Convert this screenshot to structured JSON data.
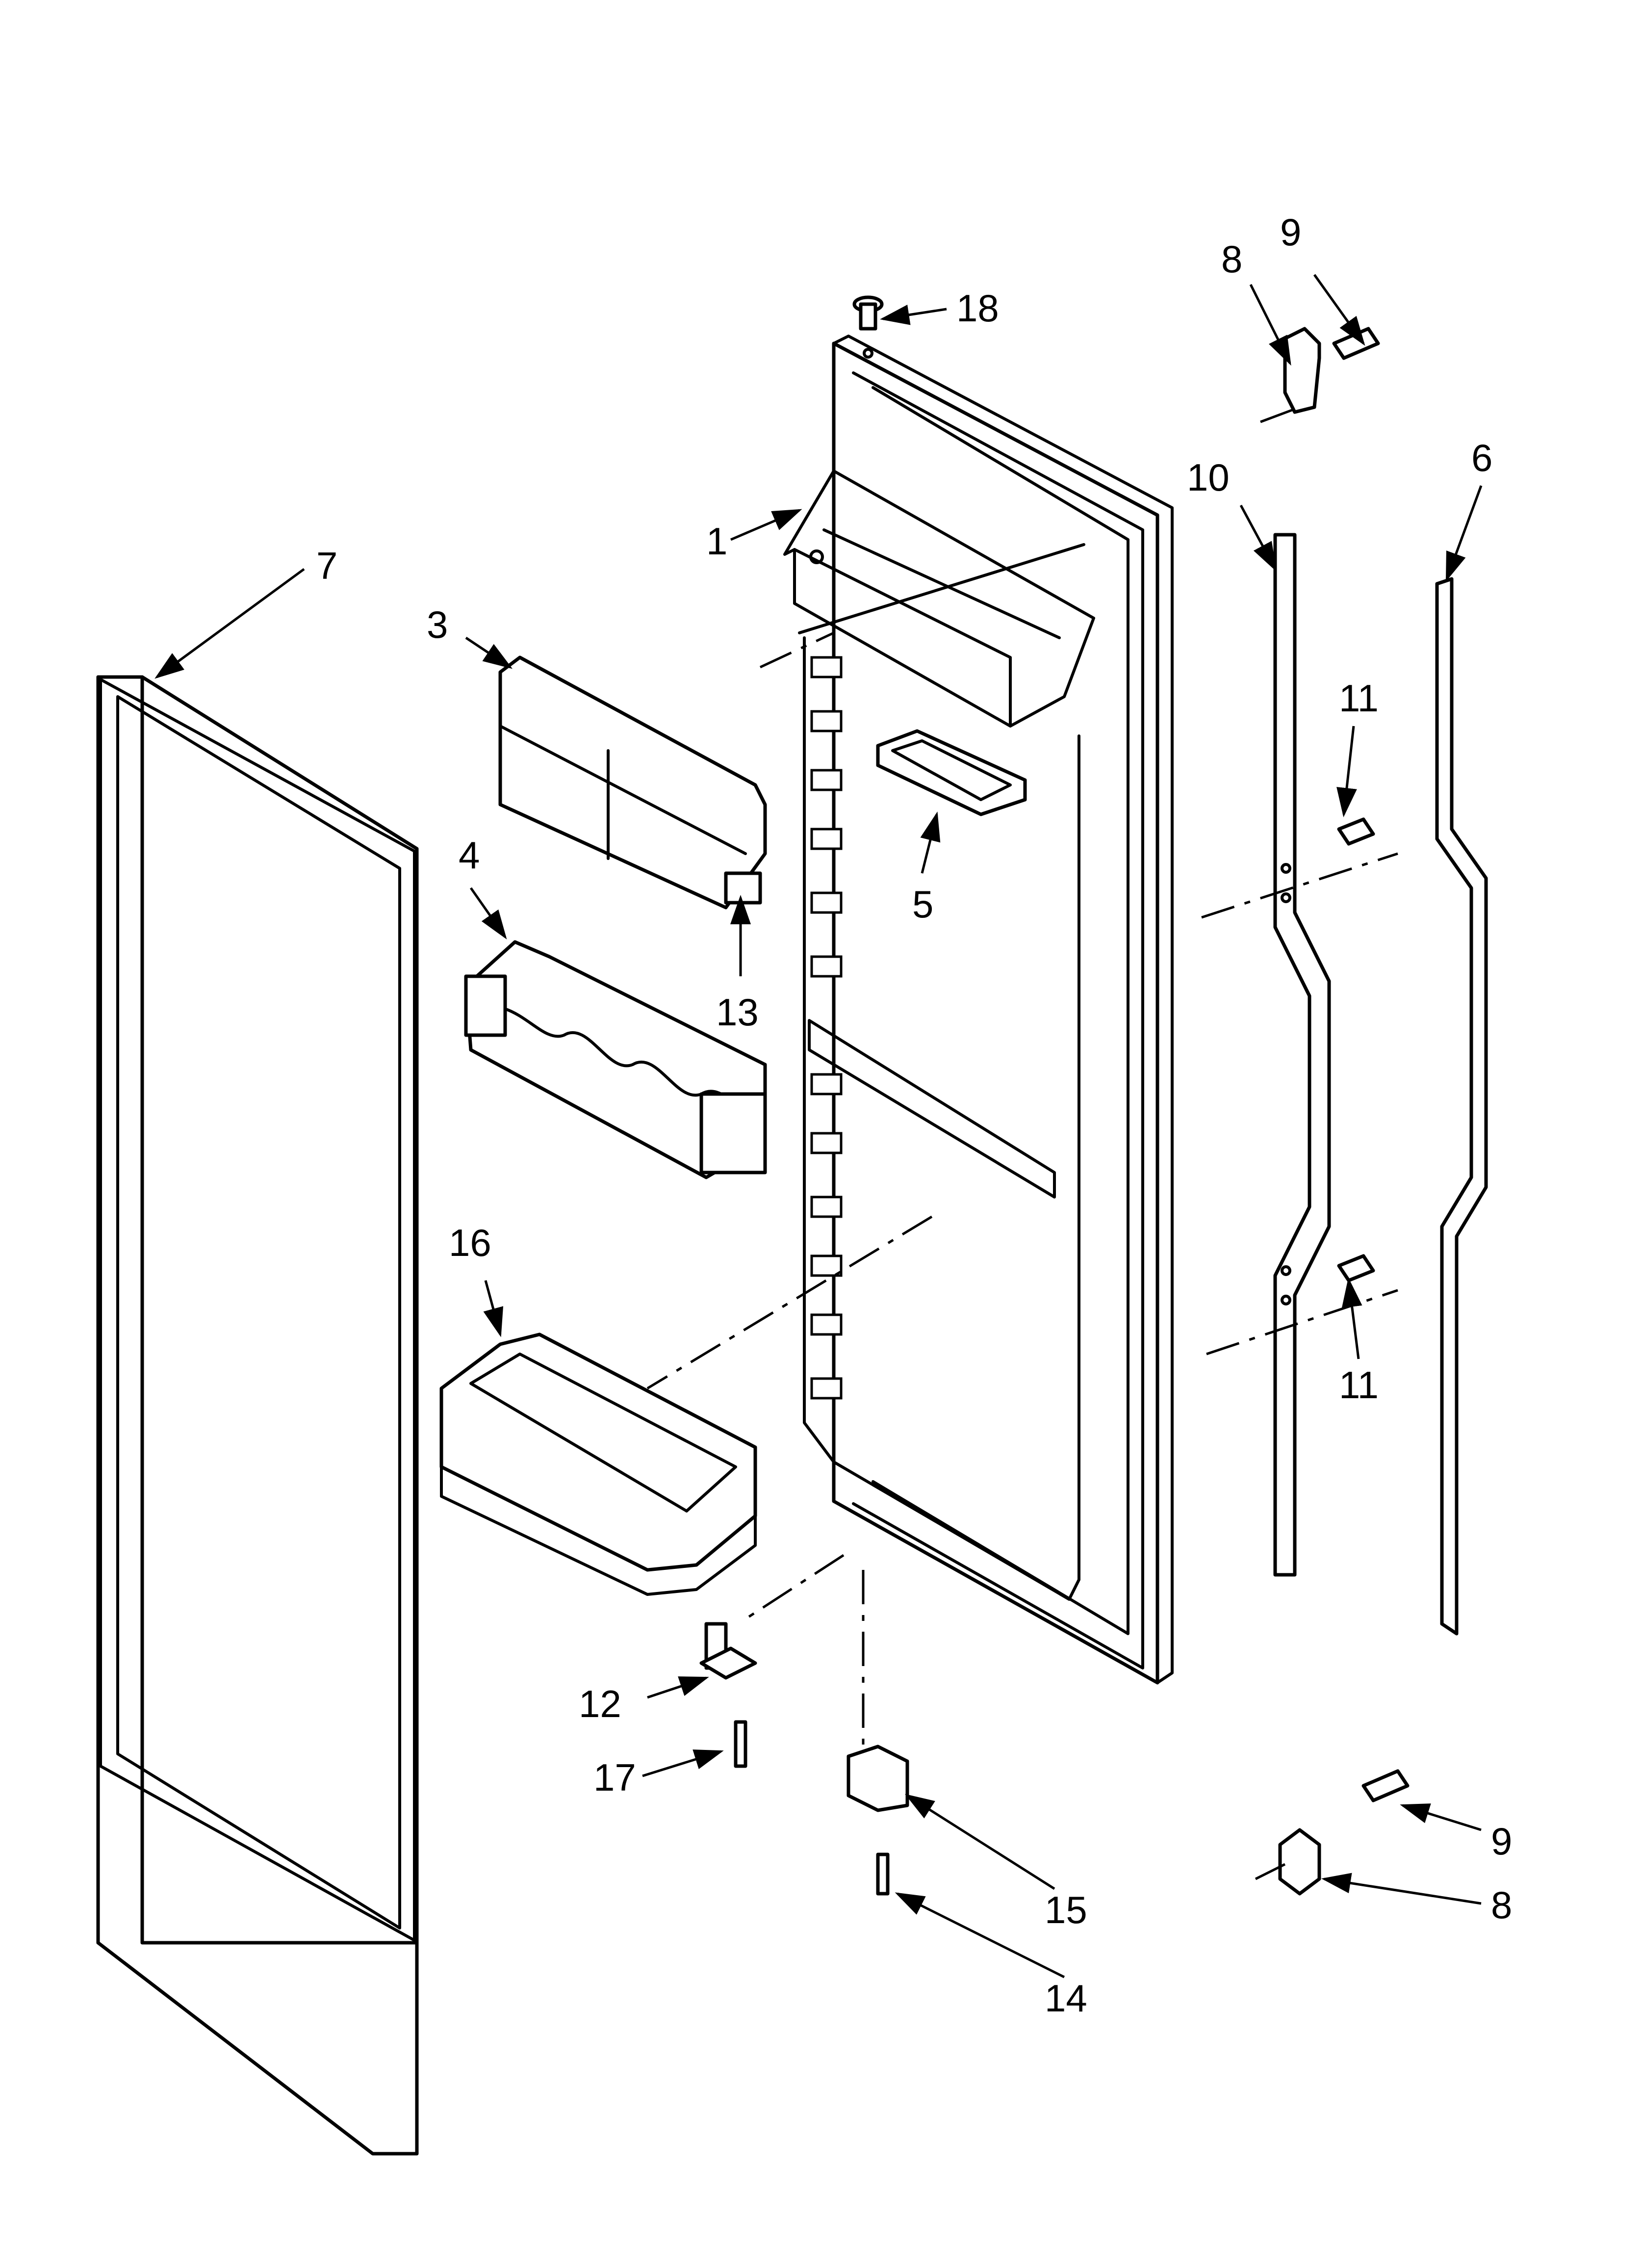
{
  "callouts": [
    {
      "id": "callout-1",
      "text": "1"
    },
    {
      "id": "callout-3",
      "text": "3"
    },
    {
      "id": "callout-4",
      "text": "4"
    },
    {
      "id": "callout-5",
      "text": "5"
    },
    {
      "id": "callout-6",
      "text": "6"
    },
    {
      "id": "callout-7",
      "text": "7"
    },
    {
      "id": "callout-8-top",
      "text": "8"
    },
    {
      "id": "callout-8-bottom",
      "text": "8"
    },
    {
      "id": "callout-9-top",
      "text": "9"
    },
    {
      "id": "callout-9-bottom",
      "text": "9"
    },
    {
      "id": "callout-10",
      "text": "10"
    },
    {
      "id": "callout-11-upper",
      "text": "11"
    },
    {
      "id": "callout-11-lower",
      "text": "11"
    },
    {
      "id": "callout-12",
      "text": "12"
    },
    {
      "id": "callout-13",
      "text": "13"
    },
    {
      "id": "callout-14",
      "text": "14"
    },
    {
      "id": "callout-15",
      "text": "15"
    },
    {
      "id": "callout-16",
      "text": "16"
    },
    {
      "id": "callout-17",
      "text": "17"
    },
    {
      "id": "callout-18",
      "text": "18"
    }
  ]
}
